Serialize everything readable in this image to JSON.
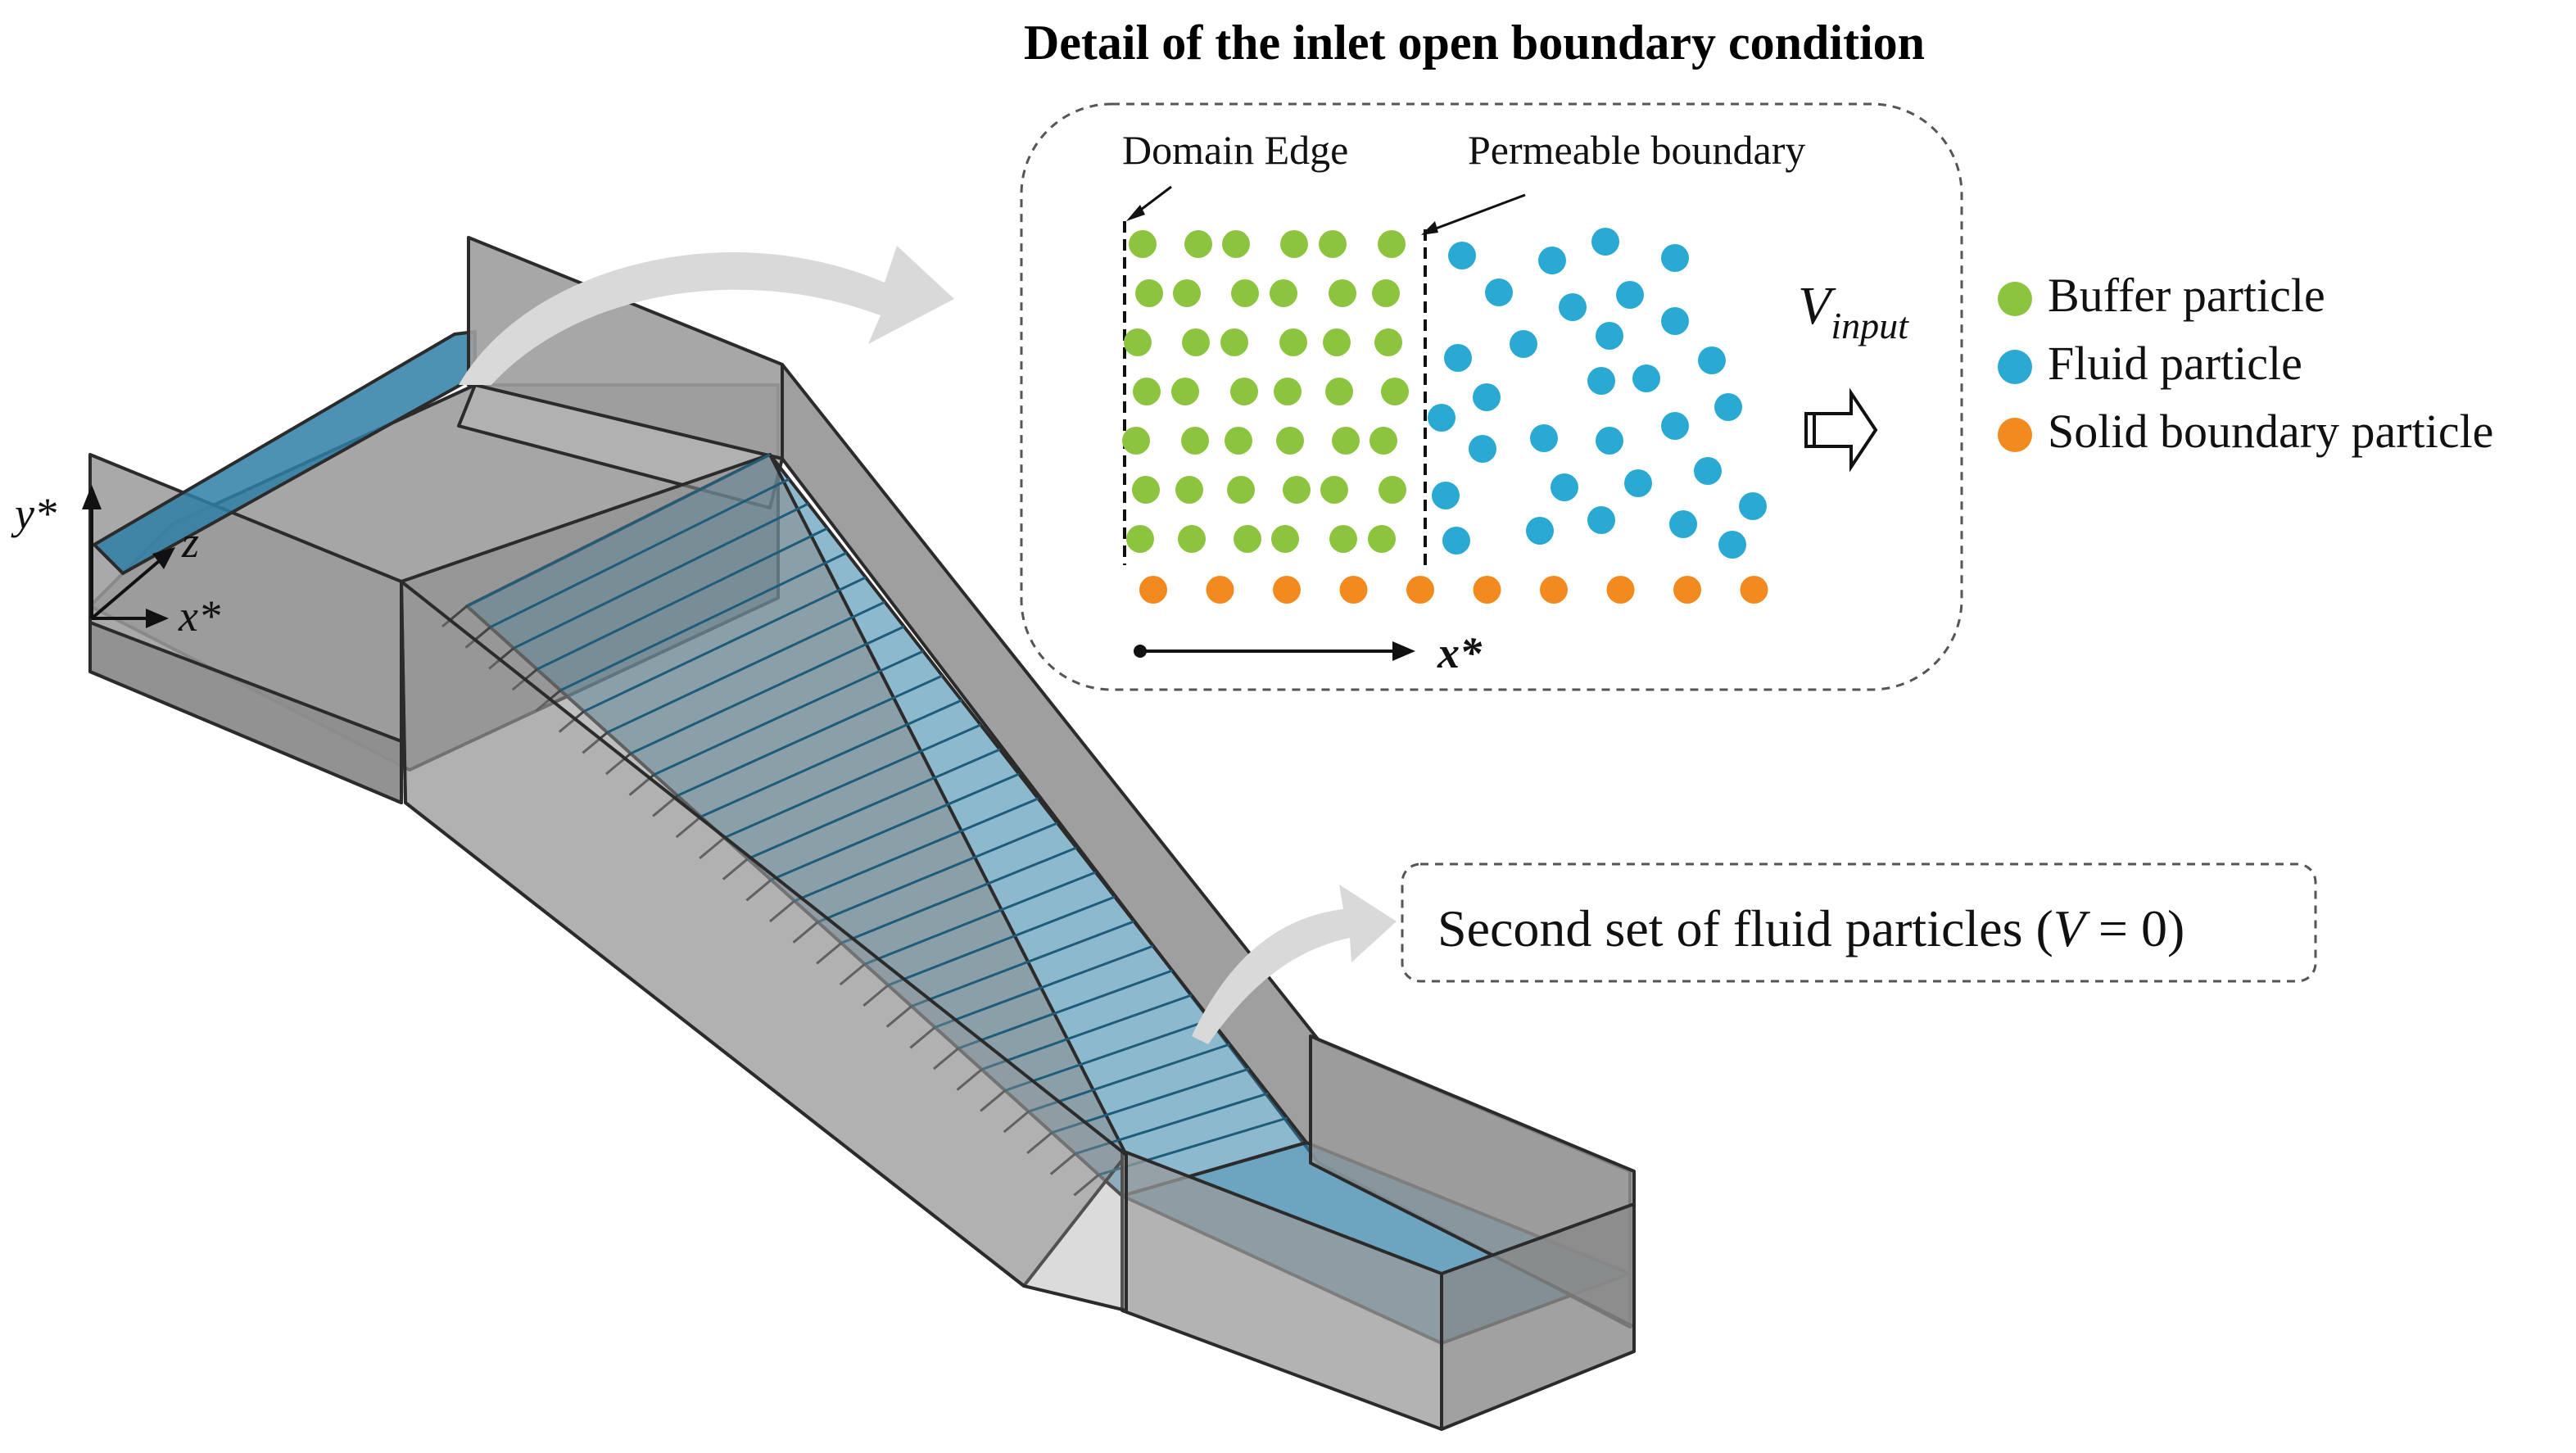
{
  "diagram": {
    "title": "Detail of the inlet open boundary condition",
    "inset": {
      "domain_edge_label": "Domain Edge",
      "permeable_label": "Permeable boundary",
      "velocity_symbol": "V",
      "velocity_subscript": "input",
      "x_axis_label": "x*"
    },
    "legend": [
      {
        "label": "Buffer particle",
        "color": "#8dc43f"
      },
      {
        "label": "Fluid particle",
        "color": "#2aa9d2"
      },
      {
        "label": "Solid boundary particle",
        "color": "#f28a1f"
      }
    ],
    "callout": {
      "prefix": "Second set of fluid particles (",
      "symbol": "V",
      "suffix": " = 0)"
    },
    "axes": {
      "y": "y*",
      "z": "z",
      "x": "x*"
    },
    "colors": {
      "wall": "#8f8f8f",
      "wall_light": "#a8a8a8",
      "fluid": "#2f7fa6",
      "edge": "#2b2b2b",
      "arrow": "#d9d9d9"
    }
  }
}
